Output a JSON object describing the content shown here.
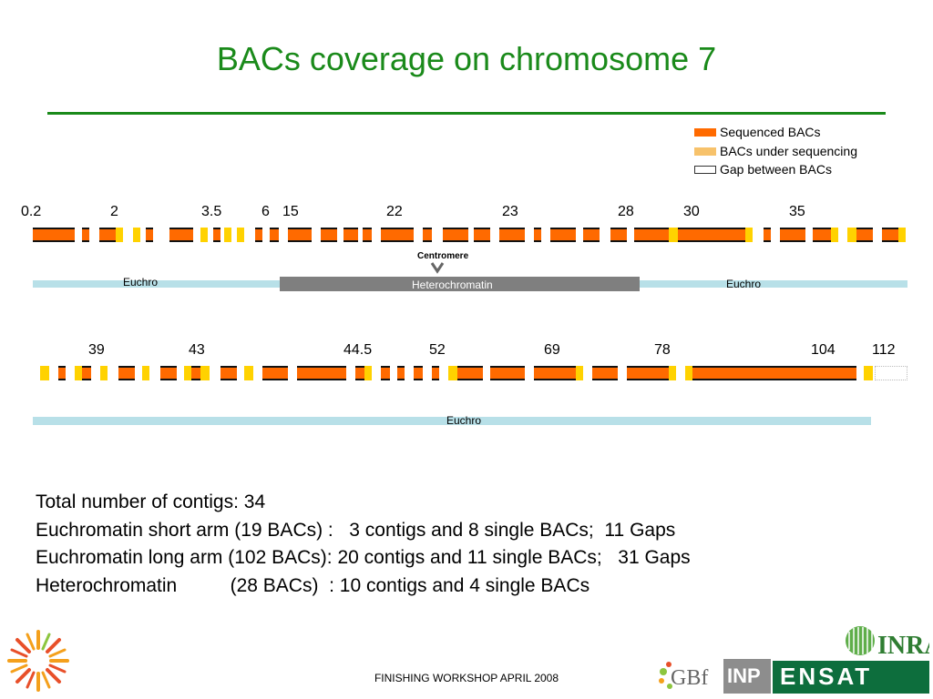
{
  "title": "BACs coverage on chromosome 7",
  "legend": [
    {
      "label": "Sequenced BACs",
      "kind": "s"
    },
    {
      "label": "BACs under sequencing",
      "kind": "u"
    },
    {
      "label": "Gap between BACs",
      "kind": "g"
    }
  ],
  "row1_positions": [
    "0.2",
    "2",
    "3.5",
    "6",
    "15",
    "22",
    "23",
    "28",
    "30",
    "35"
  ],
  "row2_positions": [
    "39",
    "43",
    "44.5",
    "52",
    "69",
    "78",
    "104",
    "112"
  ],
  "centromere_label": "Centromere",
  "regions": {
    "euchro": "Euchro",
    "hetero": "Heterochromatin"
  },
  "stats": [
    "Total number of contigs: 34",
    "Euchromatin short arm (19 BACs) :   3 contigs and 8 single BACs;  11 Gaps",
    "Euchromatin long arm (102 BACs): 20 contigs and 11 single BACs;   31 Gaps",
    "Heterochromatin          (28 BACs)  : 10 contigs and 4 single BACs"
  ],
  "footer": "FINISHING WORKSHOP APRIL 2008",
  "logos": {
    "gbf": "GBf",
    "inp": "INP",
    "ensat": "ENSAT",
    "inra": "INRA"
  },
  "colors": {
    "title": "#1a8a1a",
    "sequenced": "#ff6a00",
    "under_sequencing": "#ffd200",
    "under_sequencing_legend": "#f7c26b",
    "euchromatin": "#b8e0e8",
    "heterochromatin": "#7f7f7f"
  }
}
